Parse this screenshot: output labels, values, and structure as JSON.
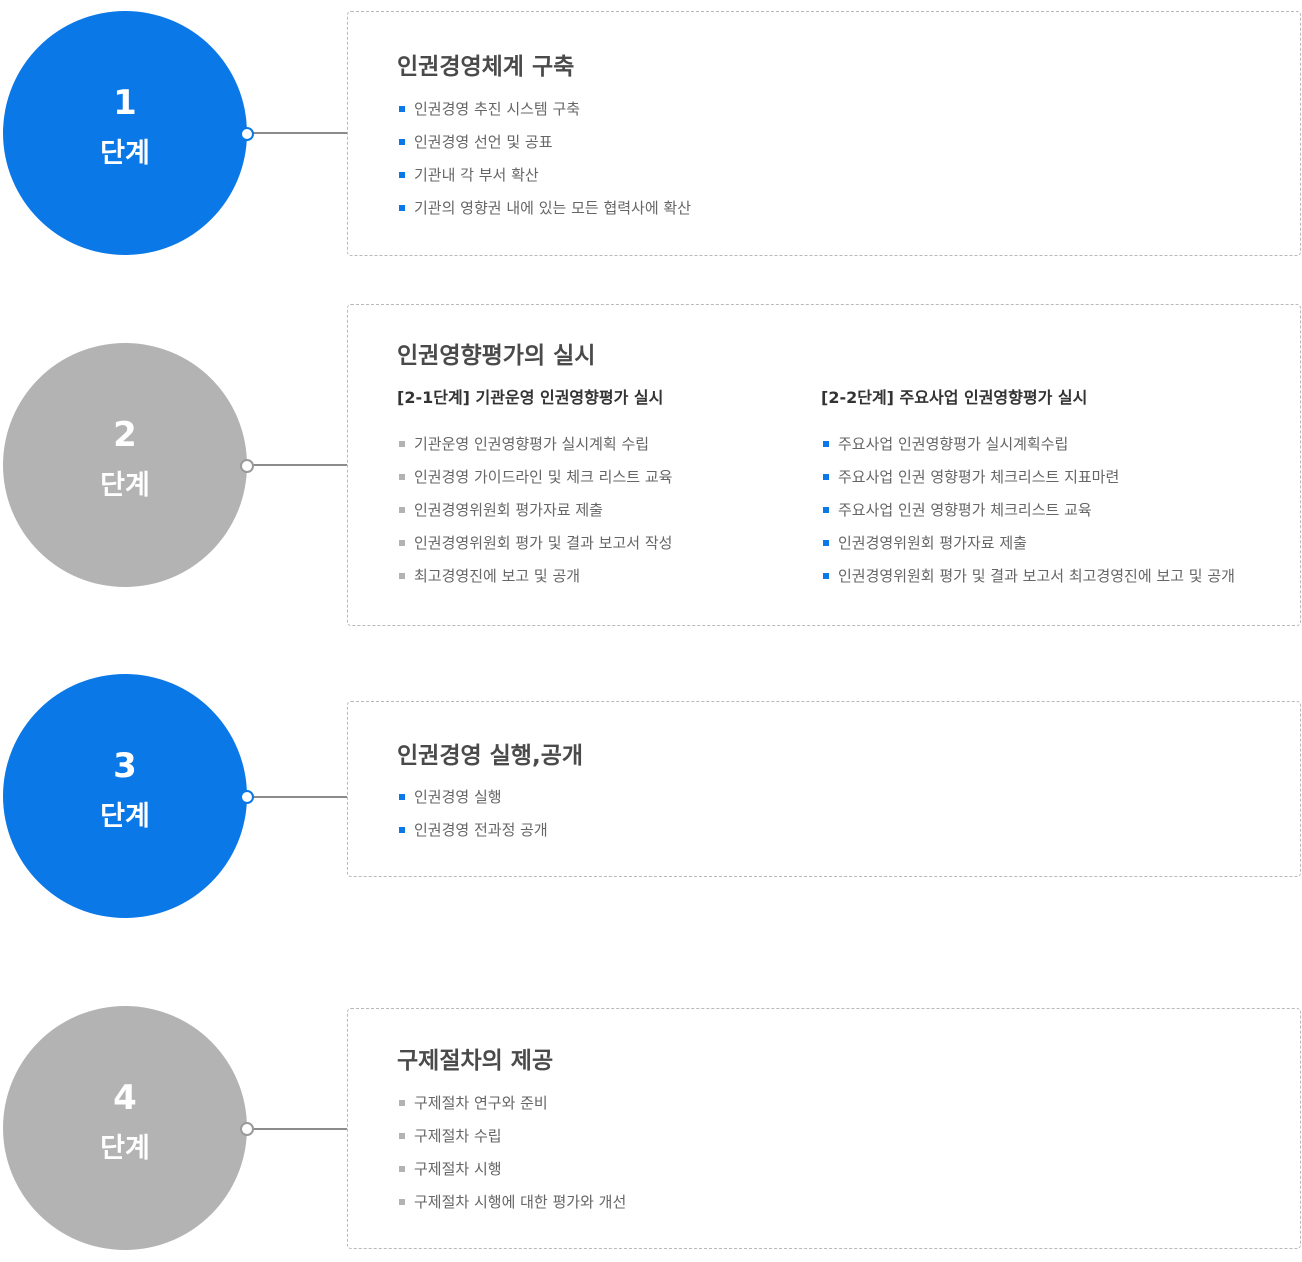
{
  "steps": [
    {
      "number": "1",
      "label": "단계",
      "title": "인권경영체계 구축",
      "items": [
        "인권경영 추진 시스템 구축",
        "인권경영 선언 및 공표",
        "기관내 각 부서 확산",
        "기관의 영향권 내에 있는 모든 협력사에 확산"
      ]
    },
    {
      "number": "2",
      "label": "단계",
      "title": "인권영향평가의 실시",
      "sub1": {
        "title": "[2-1단계] 기관운영 인권영향평가 실시",
        "items": [
          "기관운영 인권영향평가 실시계획 수립",
          "인권경영 가이드라인 및 체크 리스트 교육",
          "인권경영위원회 평가자료 제출",
          "인권경영위원회 평가 및 결과 보고서 작성",
          "최고경영진에 보고 및 공개"
        ]
      },
      "sub2": {
        "title": "[2-2단계] 주요사업 인권영향평가 실시",
        "items": [
          "주요사업 인권영향평가 실시계획수립",
          "주요사업 인권 영향평가 체크리스트 지표마련",
          "주요사업 인권 영향평가 체크리스트 교육",
          "인권경영위원회 평가자료 제출",
          "인권경영위원회 평가 및 결과 보고서  최고경영진에 보고 및 공개"
        ]
      }
    },
    {
      "number": "3",
      "label": "단계",
      "title": "인권경영 실행,공개",
      "items": [
        "인권경영 실행",
        "인권경영 전과정 공개"
      ]
    },
    {
      "number": "4",
      "label": "단계",
      "title": "구제절차의 제공",
      "items": [
        "구제절차 연구와 준비",
        "구제절차 수립",
        "구제절차 시행",
        "구제절차 시행에 대한 평가와 개선"
      ]
    }
  ],
  "colors": {
    "active": "#0b78e8",
    "inactive": "#b3b3b3"
  }
}
